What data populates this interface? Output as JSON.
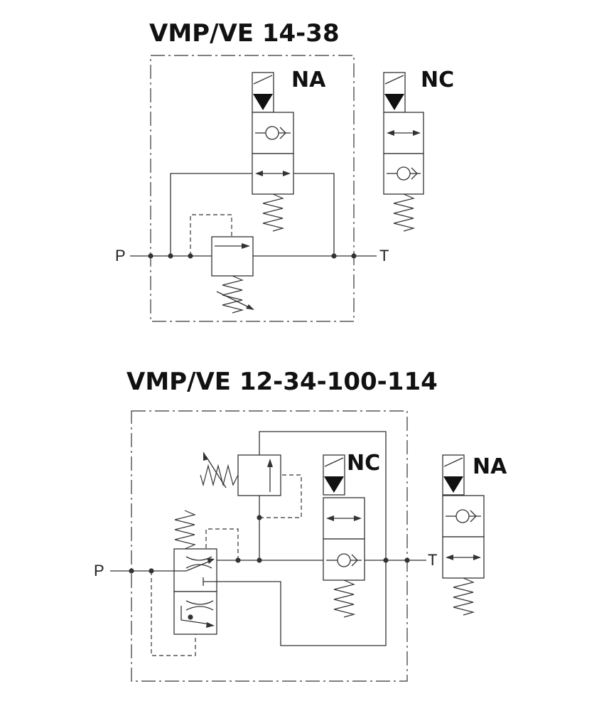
{
  "diagram_top": {
    "title": "VMP/VE 14-38",
    "variant_inside": "NA",
    "variant_outside": "NC",
    "port_p": "P",
    "port_t": "T"
  },
  "diagram_bottom": {
    "title": "VMP/VE 12-34-100-114",
    "variant_inside": "NC",
    "variant_outside": "NA",
    "port_p": "P",
    "port_t": "T"
  },
  "colors": {
    "line": "#333333",
    "solenoid_triangle": "#111111",
    "background": "#ffffff"
  }
}
